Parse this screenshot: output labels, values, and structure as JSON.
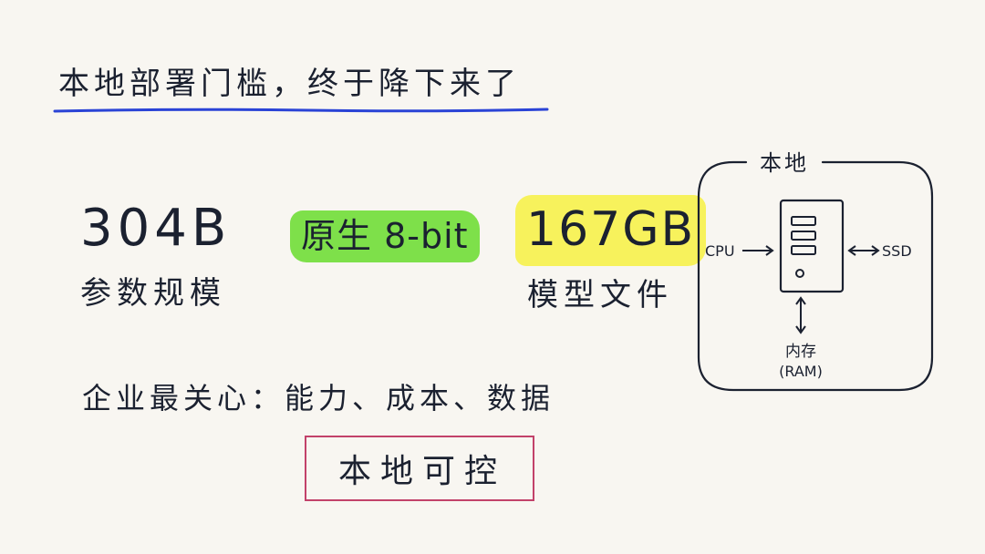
{
  "slide": {
    "title": "本地部署门槛，终于降下来了",
    "params": {
      "value": "304B",
      "label": "参数规模"
    },
    "precision": {
      "label": "原生 8-bit"
    },
    "file": {
      "value": "167GB",
      "label": "模型文件"
    },
    "concern": "企业最关心：能力、成本、数据",
    "conclusion": "本地可控"
  },
  "diagram": {
    "title": "本地",
    "left_label": "CPU",
    "right_label": "SSD",
    "bottom_label_1": "内存",
    "bottom_label_2": "(RAM)",
    "icon": "server-tower-icon"
  },
  "colors": {
    "ink": "#1b2130",
    "underline": "#2a43d6",
    "green_highlight": "#7ee04a",
    "yellow_highlight": "#f7f25c",
    "box_border": "#c2426a",
    "background": "#f8f6f1"
  }
}
